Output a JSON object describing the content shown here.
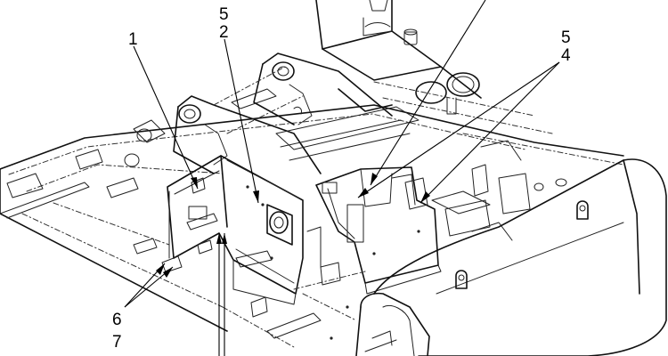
{
  "callouts": {
    "c1": "1",
    "c5a": "5",
    "c2": "2",
    "c5b": "5",
    "c4": "4",
    "c6": "6",
    "c7": "7"
  },
  "colors": {
    "ink": "#111111",
    "background": "#ffffff"
  }
}
